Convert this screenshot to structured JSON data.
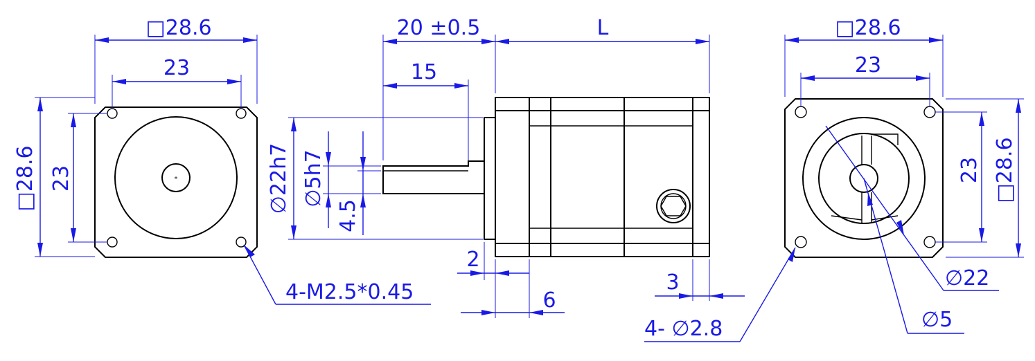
{
  "colors": {
    "dimension": "#1a1ae6",
    "part": "#000000",
    "background": "#ffffff"
  },
  "left_view": {
    "width_label": "□28.6",
    "hole_spacing_label": "23",
    "height_label": "□28.6",
    "vertical_spacing_label": "23",
    "thread_callout": "4-M2.5*0.45"
  },
  "side_view": {
    "shaft_length_label": "20 ±0.5",
    "body_length_label": "L",
    "flat_length_label": "15",
    "pilot_diameter_label": "∅22h7",
    "shaft_diameter_label": "∅5h7",
    "flat_depth_label": "4.5",
    "pilot_thickness_label": "2",
    "flange_thickness_label": "6",
    "rear_plate_label": "3",
    "hole_callout": "4- ∅2.8"
  },
  "right_view": {
    "width_label": "□28.6",
    "hole_spacing_label": "23",
    "height_label": "□28.6",
    "vertical_spacing_label": "23",
    "pilot_diameter_label": "∅22",
    "shaft_diameter_label": "∅5"
  }
}
